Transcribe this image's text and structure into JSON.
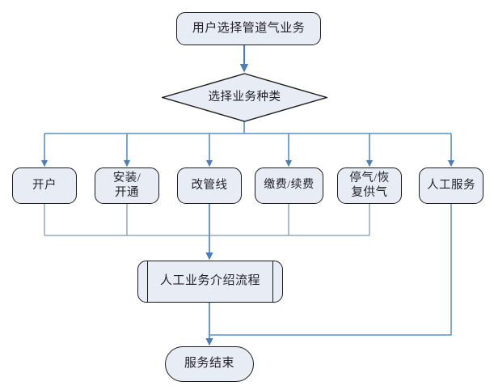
{
  "diagram": {
    "type": "flowchart",
    "title_text": "",
    "orientation": "top-down",
    "colors": {
      "node_fill": "#e8ecf5",
      "node_stroke": "#1c1c1c",
      "edge_stroke": "#4a7ebb",
      "text": "#22222a",
      "background": "#ffffff"
    },
    "nodes": {
      "start": {
        "label": "用户选择管道气业务",
        "shape": "rounded-rectangle"
      },
      "decision": {
        "label": "选择业务种类",
        "shape": "diamond"
      },
      "option1": {
        "label": "开户",
        "shape": "rounded-rectangle"
      },
      "option2": {
        "label": "安装/\n开通",
        "shape": "rounded-rectangle"
      },
      "option3": {
        "label": "改管线",
        "shape": "rounded-rectangle"
      },
      "option4": {
        "label": "缴费/续费",
        "shape": "rounded-rectangle"
      },
      "option5": {
        "label": "停气/恢\n复供气",
        "shape": "rounded-rectangle"
      },
      "option6": {
        "label": "人工服务",
        "shape": "rounded-rectangle"
      },
      "subprocess": {
        "label": "人工业务介绍流程",
        "shape": "predefined-process"
      },
      "end": {
        "label": "服务结束",
        "shape": "stadium"
      }
    },
    "edges": [
      {
        "from": "start",
        "to": "decision",
        "label": ""
      },
      {
        "from": "decision",
        "to": "option1",
        "label": ""
      },
      {
        "from": "decision",
        "to": "option2",
        "label": ""
      },
      {
        "from": "decision",
        "to": "option3",
        "label": ""
      },
      {
        "from": "decision",
        "to": "option4",
        "label": ""
      },
      {
        "from": "decision",
        "to": "option5",
        "label": ""
      },
      {
        "from": "decision",
        "to": "option6",
        "label": ""
      },
      {
        "from": "option1",
        "to": "subprocess",
        "label": ""
      },
      {
        "from": "option2",
        "to": "subprocess",
        "label": ""
      },
      {
        "from": "option3",
        "to": "subprocess",
        "label": ""
      },
      {
        "from": "option4",
        "to": "subprocess",
        "label": ""
      },
      {
        "from": "option5",
        "to": "subprocess",
        "label": ""
      },
      {
        "from": "subprocess",
        "to": "end",
        "label": ""
      },
      {
        "from": "option6",
        "to": "end",
        "label": ""
      }
    ]
  }
}
